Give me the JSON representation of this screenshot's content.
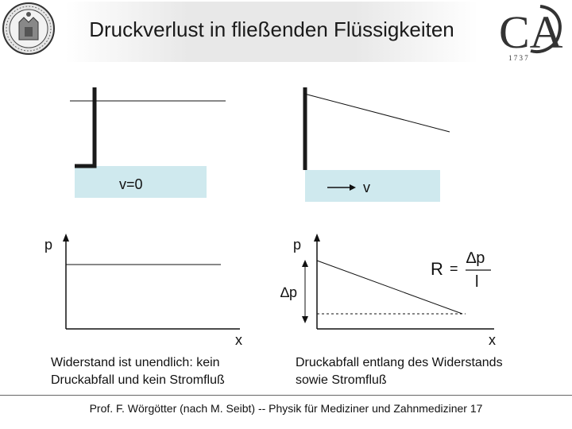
{
  "slide": {
    "title": "Druckverlust in fließenden Flüssigkeiten",
    "footer": "Prof. F. Wörgötter (nach M. Seibt) -- Physik für Mediziner und Zahnmediziner  17"
  },
  "left_panel": {
    "flow_label": "v=0",
    "y_axis_label": "p",
    "x_axis_label": "x",
    "caption_line1": "Widerstand ist unendlich: kein",
    "caption_line2": "Druckabfall und kein Stromfluß"
  },
  "right_panel": {
    "flow_label": "v",
    "y_axis_label": "p",
    "x_axis_label": "x",
    "delta_label": "∆p",
    "formula_lhs": "R",
    "formula_eq": "=",
    "formula_num": "∆p",
    "formula_den": "l",
    "caption_line1": "Druckabfall entlang des Widerstands",
    "caption_line2": "sowie Stromfluß"
  },
  "logo": {
    "letters": "CA",
    "caption": "1 7 3 7"
  },
  "colors": {
    "fluid": "#cfe9ee",
    "tube": "#1a1a1a",
    "line": "#111111"
  }
}
